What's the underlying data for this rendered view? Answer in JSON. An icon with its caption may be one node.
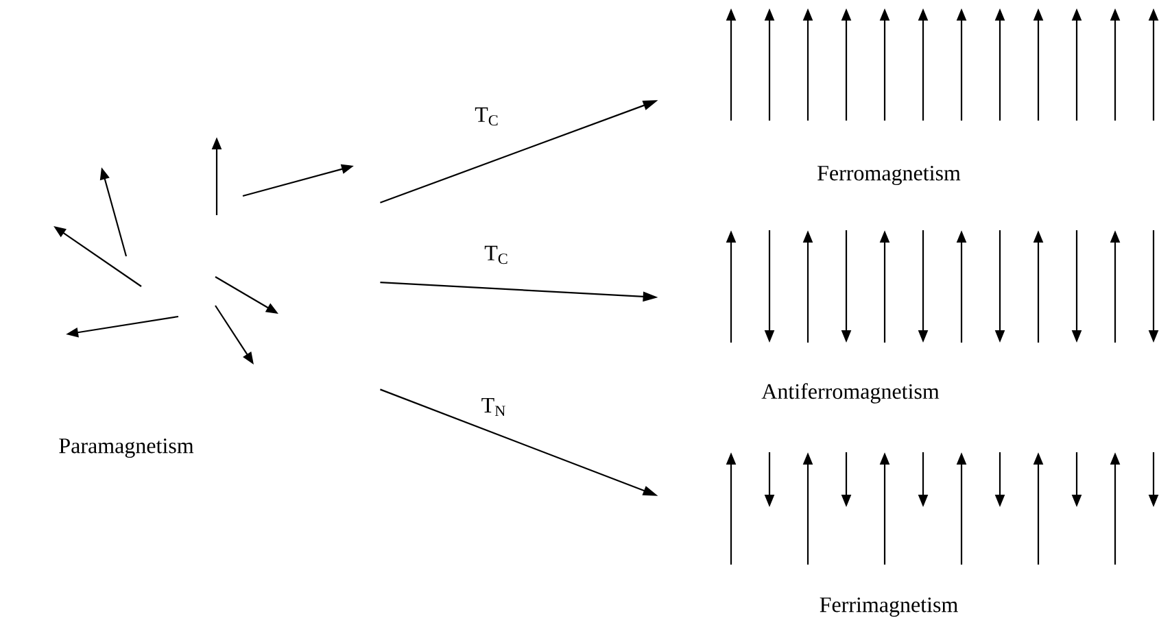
{
  "diagram": {
    "nodes": [
      {
        "text": [],
        "shape": "picture",
        "beside": [
          "Paramagnetism"
        ]
      },
      {
        "text": [],
        "shape": "picture",
        "beside": [
          "Ferromagnetism"
        ]
      },
      {
        "text": [],
        "shape": "picture",
        "beside": [
          "Antiferromagnetism"
        ]
      },
      {
        "text": [],
        "shape": "picture",
        "beside": [
          "Ferrimagnetism"
        ]
      }
    ],
    "edges": [
      {
        "from": 0,
        "to": 1,
        "arrow": "to",
        "label": "T$_{C}$"
      },
      {
        "from": 0,
        "to": 2,
        "arrow": "to",
        "label": "T$_{C}$"
      },
      {
        "from": 0,
        "to": 3,
        "arrow": "to",
        "label": "T$_{N}$"
      }
    ]
  }
}
